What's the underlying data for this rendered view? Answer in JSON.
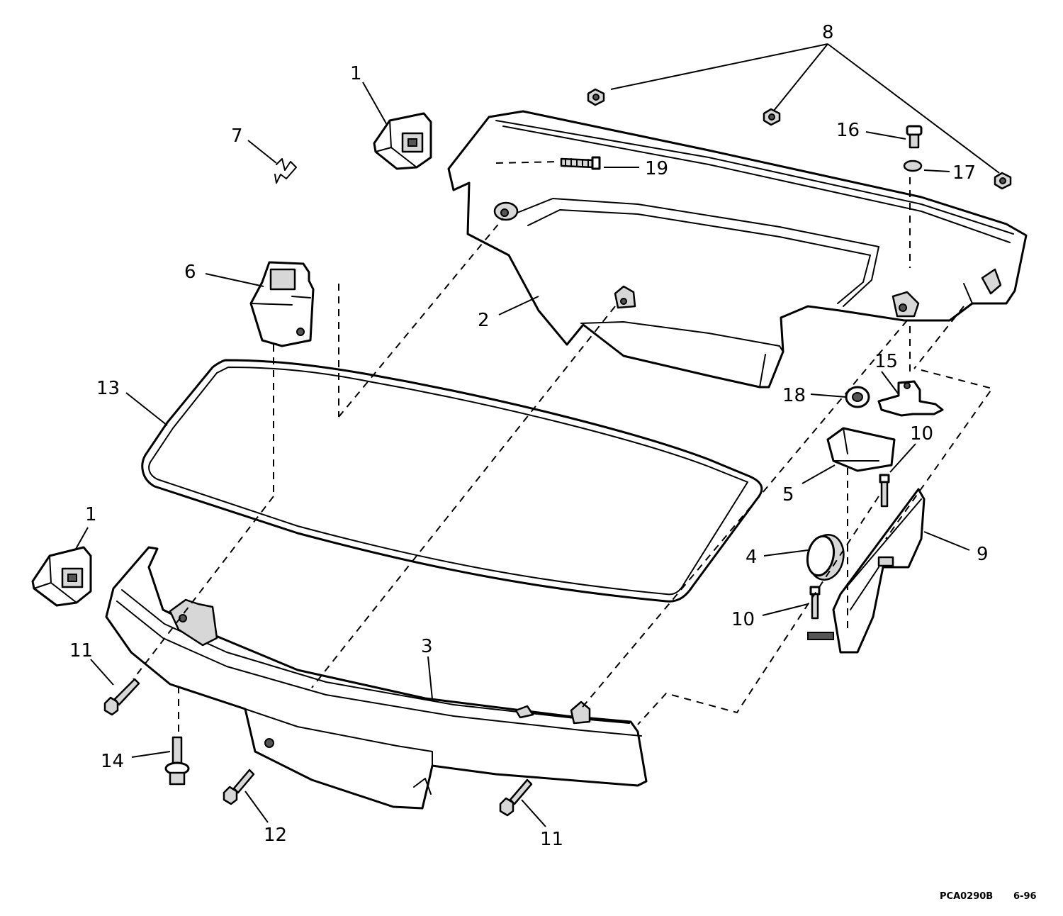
{
  "figure": {
    "drawing_code": "PCA0290B",
    "revision_date": "6-96"
  },
  "callouts": [
    {
      "id": "c1a",
      "label": "1"
    },
    {
      "id": "c1b",
      "label": "1"
    },
    {
      "id": "c2",
      "label": "2"
    },
    {
      "id": "c3",
      "label": "3"
    },
    {
      "id": "c4",
      "label": "4"
    },
    {
      "id": "c5",
      "label": "5"
    },
    {
      "id": "c6",
      "label": "6"
    },
    {
      "id": "c7",
      "label": "7"
    },
    {
      "id": "c8",
      "label": "8"
    },
    {
      "id": "c9",
      "label": "9"
    },
    {
      "id": "c10a",
      "label": "10"
    },
    {
      "id": "c10b",
      "label": "10"
    },
    {
      "id": "c11a",
      "label": "11"
    },
    {
      "id": "c11b",
      "label": "11"
    },
    {
      "id": "c12",
      "label": "12"
    },
    {
      "id": "c13",
      "label": "13"
    },
    {
      "id": "c14",
      "label": "14"
    },
    {
      "id": "c15",
      "label": "15"
    },
    {
      "id": "c16",
      "label": "16"
    },
    {
      "id": "c17",
      "label": "17"
    },
    {
      "id": "c18",
      "label": "18"
    },
    {
      "id": "c19",
      "label": "19"
    }
  ]
}
